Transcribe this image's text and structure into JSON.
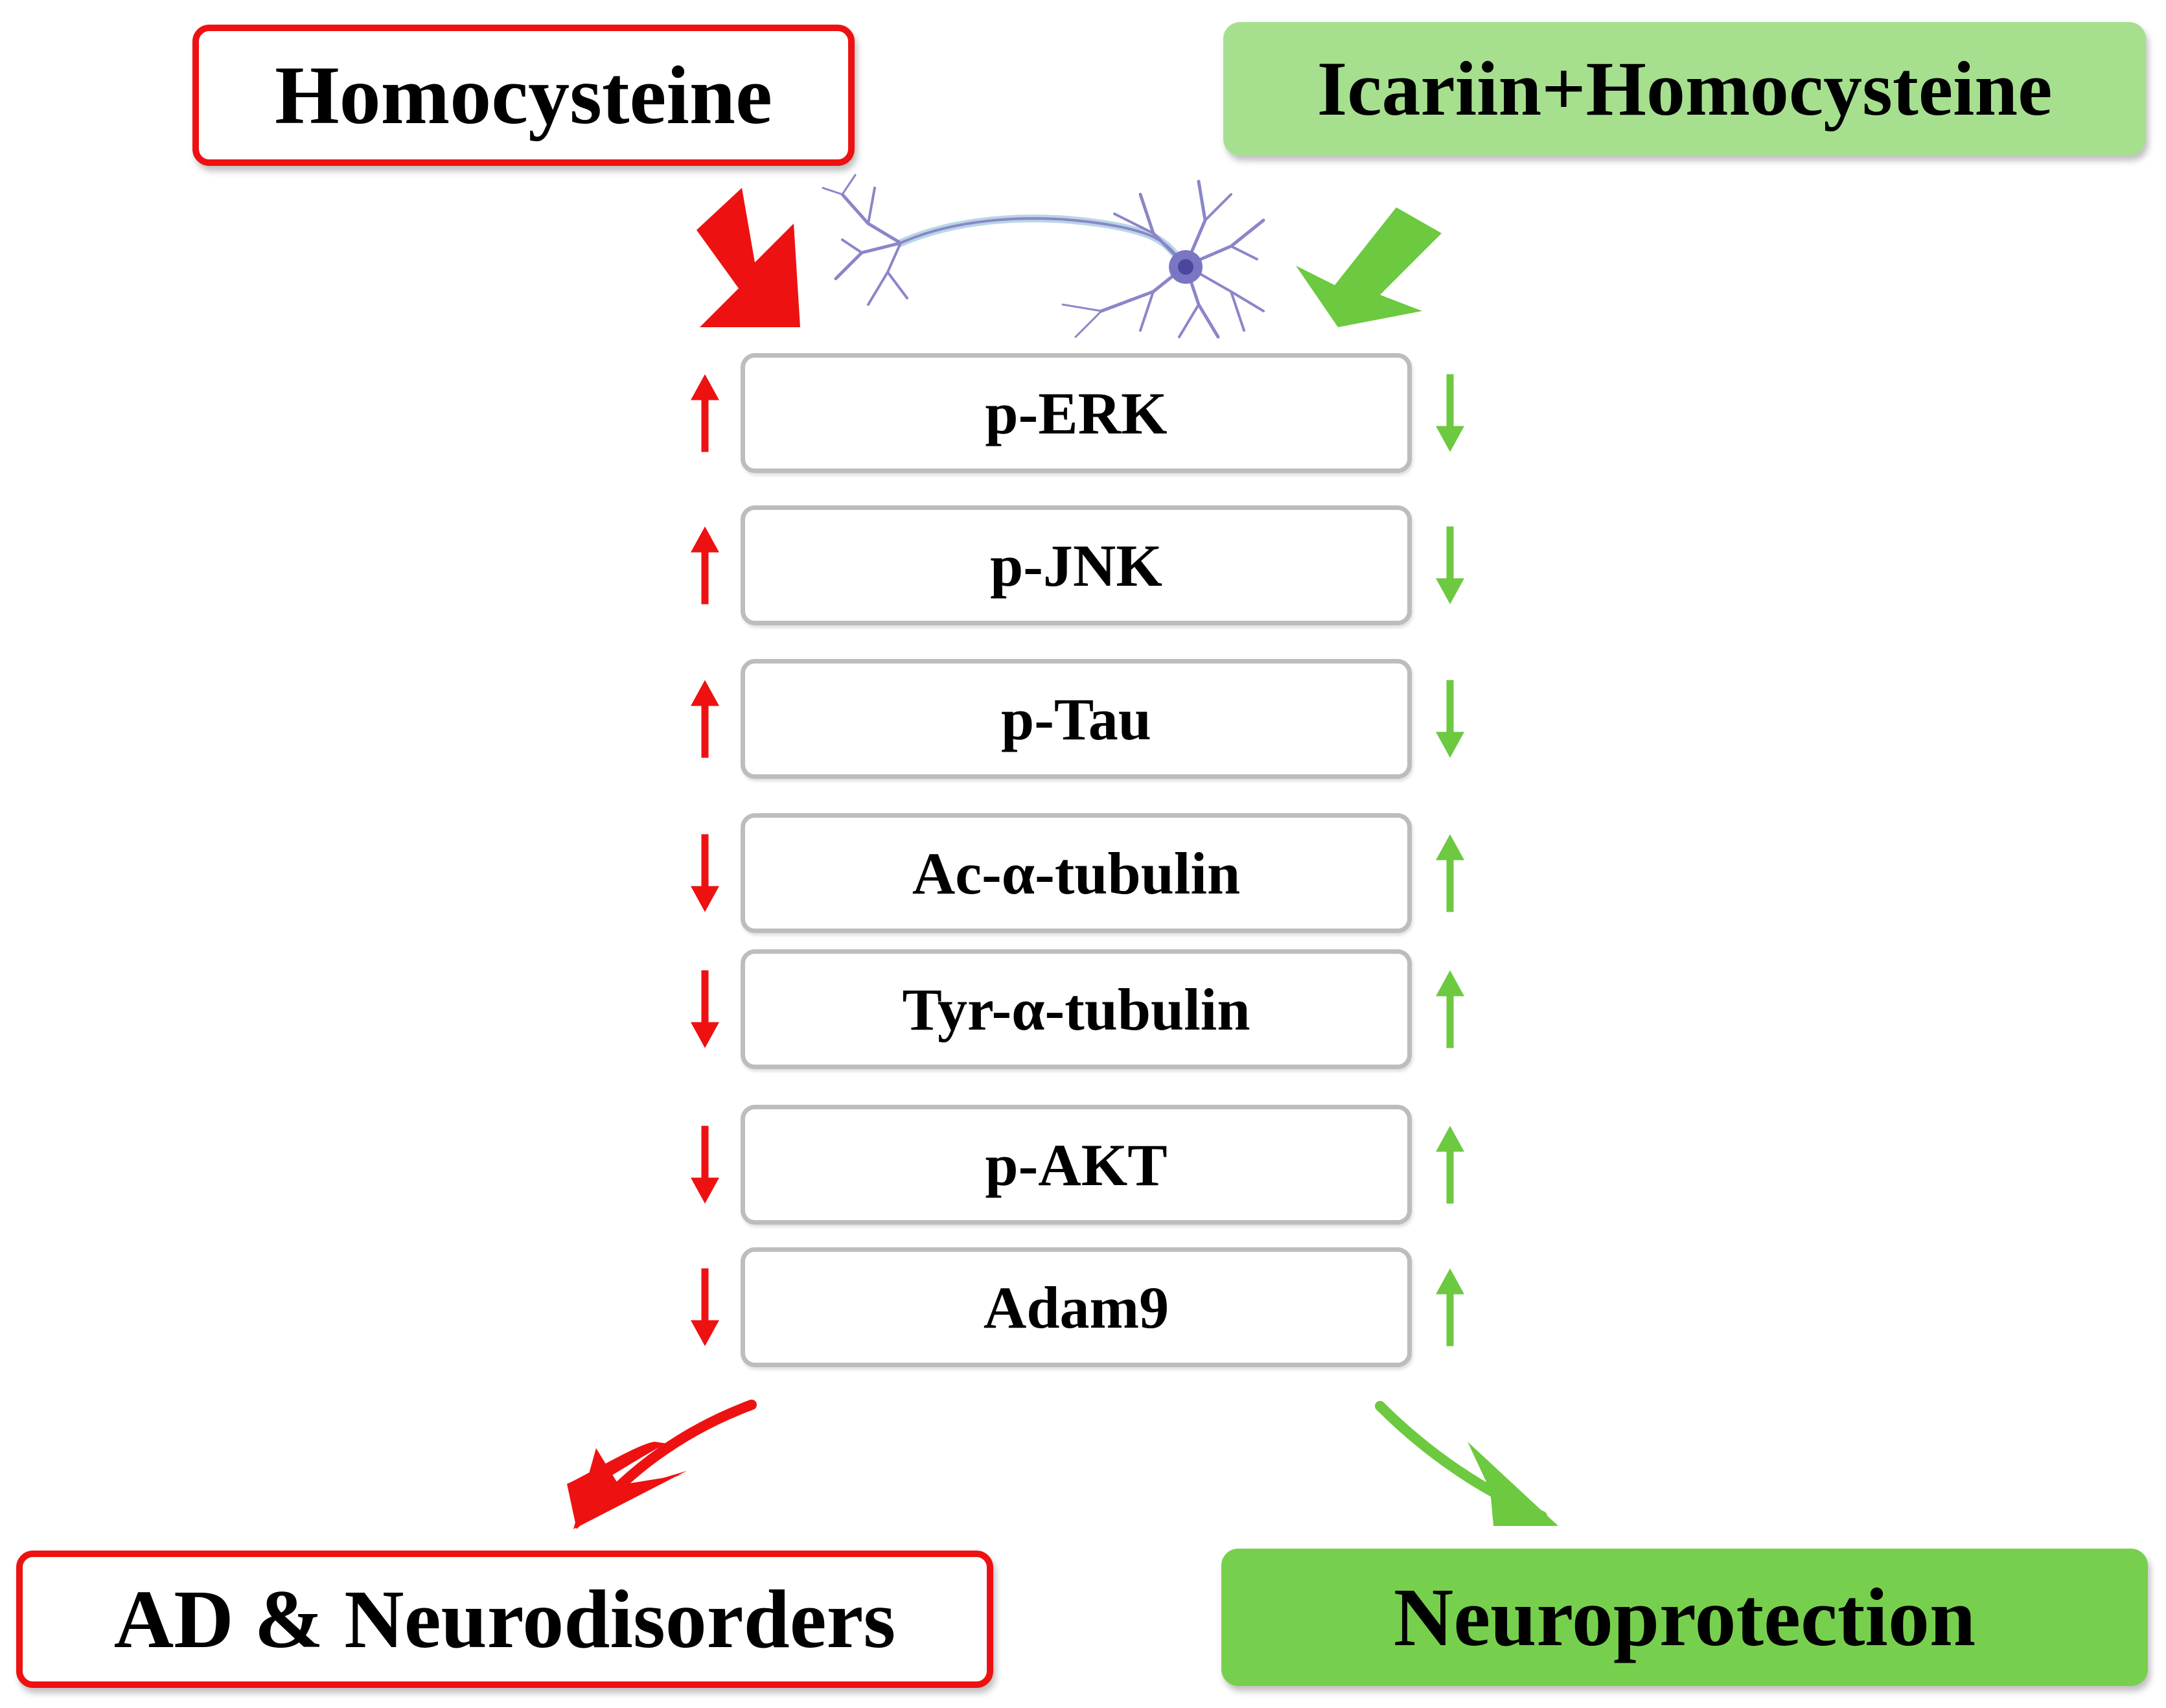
{
  "top_left_label": "Homocysteine",
  "top_right_label": "Icariin+Homocysteine",
  "markers": [
    {
      "label": "p-ERK",
      "homocysteine": "up",
      "icariin": "down"
    },
    {
      "label": "p-JNK",
      "homocysteine": "up",
      "icariin": "down"
    },
    {
      "label": "p-Tau",
      "homocysteine": "up",
      "icariin": "down"
    },
    {
      "label": "Ac-α-tubulin",
      "homocysteine": "down",
      "icariin": "up"
    },
    {
      "label": "Tyr-α-tubulin",
      "homocysteine": "down",
      "icariin": "up"
    },
    {
      "label": "p-AKT",
      "homocysteine": "down",
      "icariin": "up"
    },
    {
      "label": "Adam9",
      "homocysteine": "down",
      "icariin": "up"
    }
  ],
  "bottom_left_label": "AD & Neurodisorders",
  "bottom_right_label": "Neuroprotection",
  "colors": {
    "red": "#ee1111",
    "green_light": "#a6e08f",
    "green_dark": "#77d04d",
    "green_arrow": "#6cc940",
    "box_border": "#bdbdbd",
    "neuron": "#8a86c8"
  },
  "icons": {
    "neuron": "neuron-illustration",
    "up": "up-arrow-icon",
    "down": "down-arrow-icon"
  }
}
